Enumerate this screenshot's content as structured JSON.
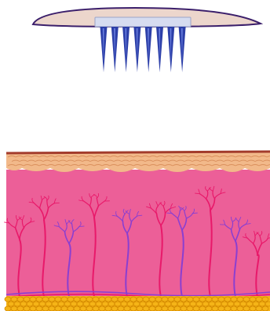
{
  "diagram": {
    "subject": "microneedle-patch-over-skin",
    "patch": {
      "needle_count": 8
    },
    "skin": {
      "layers": [
        "stratum-corneum",
        "epidermis",
        "dermis",
        "subcutaneous-fat"
      ]
    },
    "colors": {
      "patch_outline": "#3b1f6b",
      "patch_fill": "#ecd6cc",
      "backing_plate": "#d6dcf0",
      "needle": "#2c3fa8",
      "needle_highlight": "#6a7fe0",
      "surface_line": "#a33c2c",
      "epidermis_fill": "#f2b98a",
      "epidermis_cell": "#d98f5c",
      "dermis_fill": "#ec5f98",
      "artery": "#e8196a",
      "vein": "#8a3fd0",
      "fat_fill": "#f5b417",
      "fat_cell": "#d48a00"
    }
  }
}
